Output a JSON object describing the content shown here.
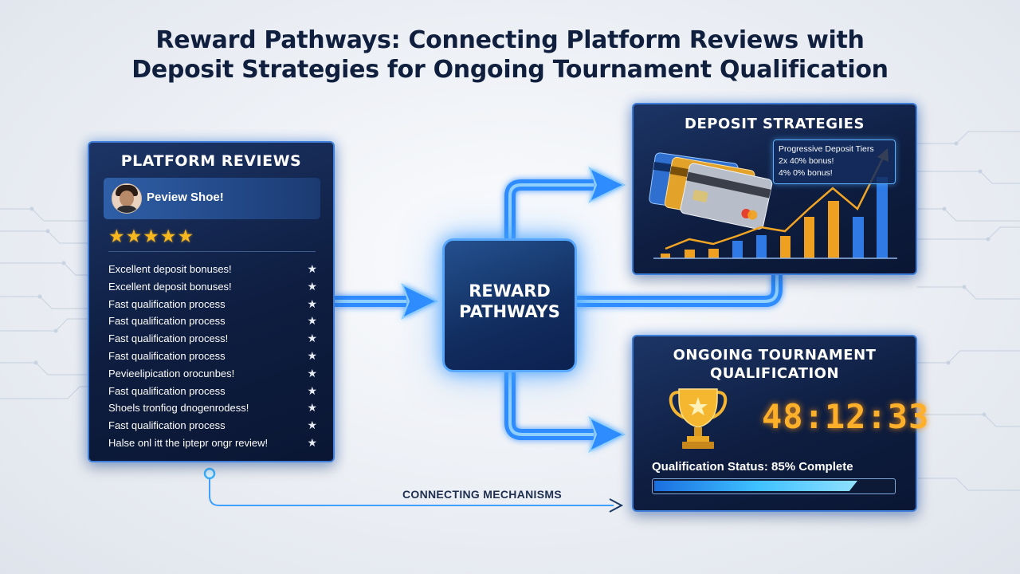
{
  "title_line1": "Reward Pathways: Connecting Platform Reviews with",
  "title_line2": "Deposit Strategies for Ongoing Tournament Qualification",
  "reviews": {
    "title": "PLATFORM REVIEWS",
    "header_name": "Peview Shoe!",
    "rating_stars": 5,
    "stars": "★★★★★",
    "items": [
      "Excellent deposit bonuses!",
      "Excellent deposit bonuses!",
      "Fast qualification process",
      "Fast qualification process",
      "Fast qualification process!",
      "Fast qualification process",
      "Pevieelipication orocunbes!",
      "Fast qualification process",
      "Shoels tronfiog dnogenrodess!",
      "Fast qualification process",
      "Halse onl itt the iptepr ongr review!"
    ],
    "item_star": "★"
  },
  "center": {
    "line1": "REWARD",
    "line2": "PATHWAYS"
  },
  "deposit": {
    "title": "DEPOSIT STRATEGIES",
    "tiers_title": "Progressive Deposit Tiers",
    "tier_1": "2x 40% bonus!",
    "tier_2": "4% 0% bonus!"
  },
  "tournament": {
    "title_line1": "ONGOING TOURNAMENT",
    "title_line2": "QUALIFICATION",
    "timer": "48:12:33",
    "status": "Qualification Status: 85% Complete",
    "progress": 0.85
  },
  "connecting_label": "CONNECTING MECHANISMS",
  "colors": {
    "accent": "#3fa0ff",
    "timer": "#ffb02a",
    "star": "#f7b81f",
    "panel_bg": "#0e1d40",
    "title": "#0f1f3d"
  }
}
